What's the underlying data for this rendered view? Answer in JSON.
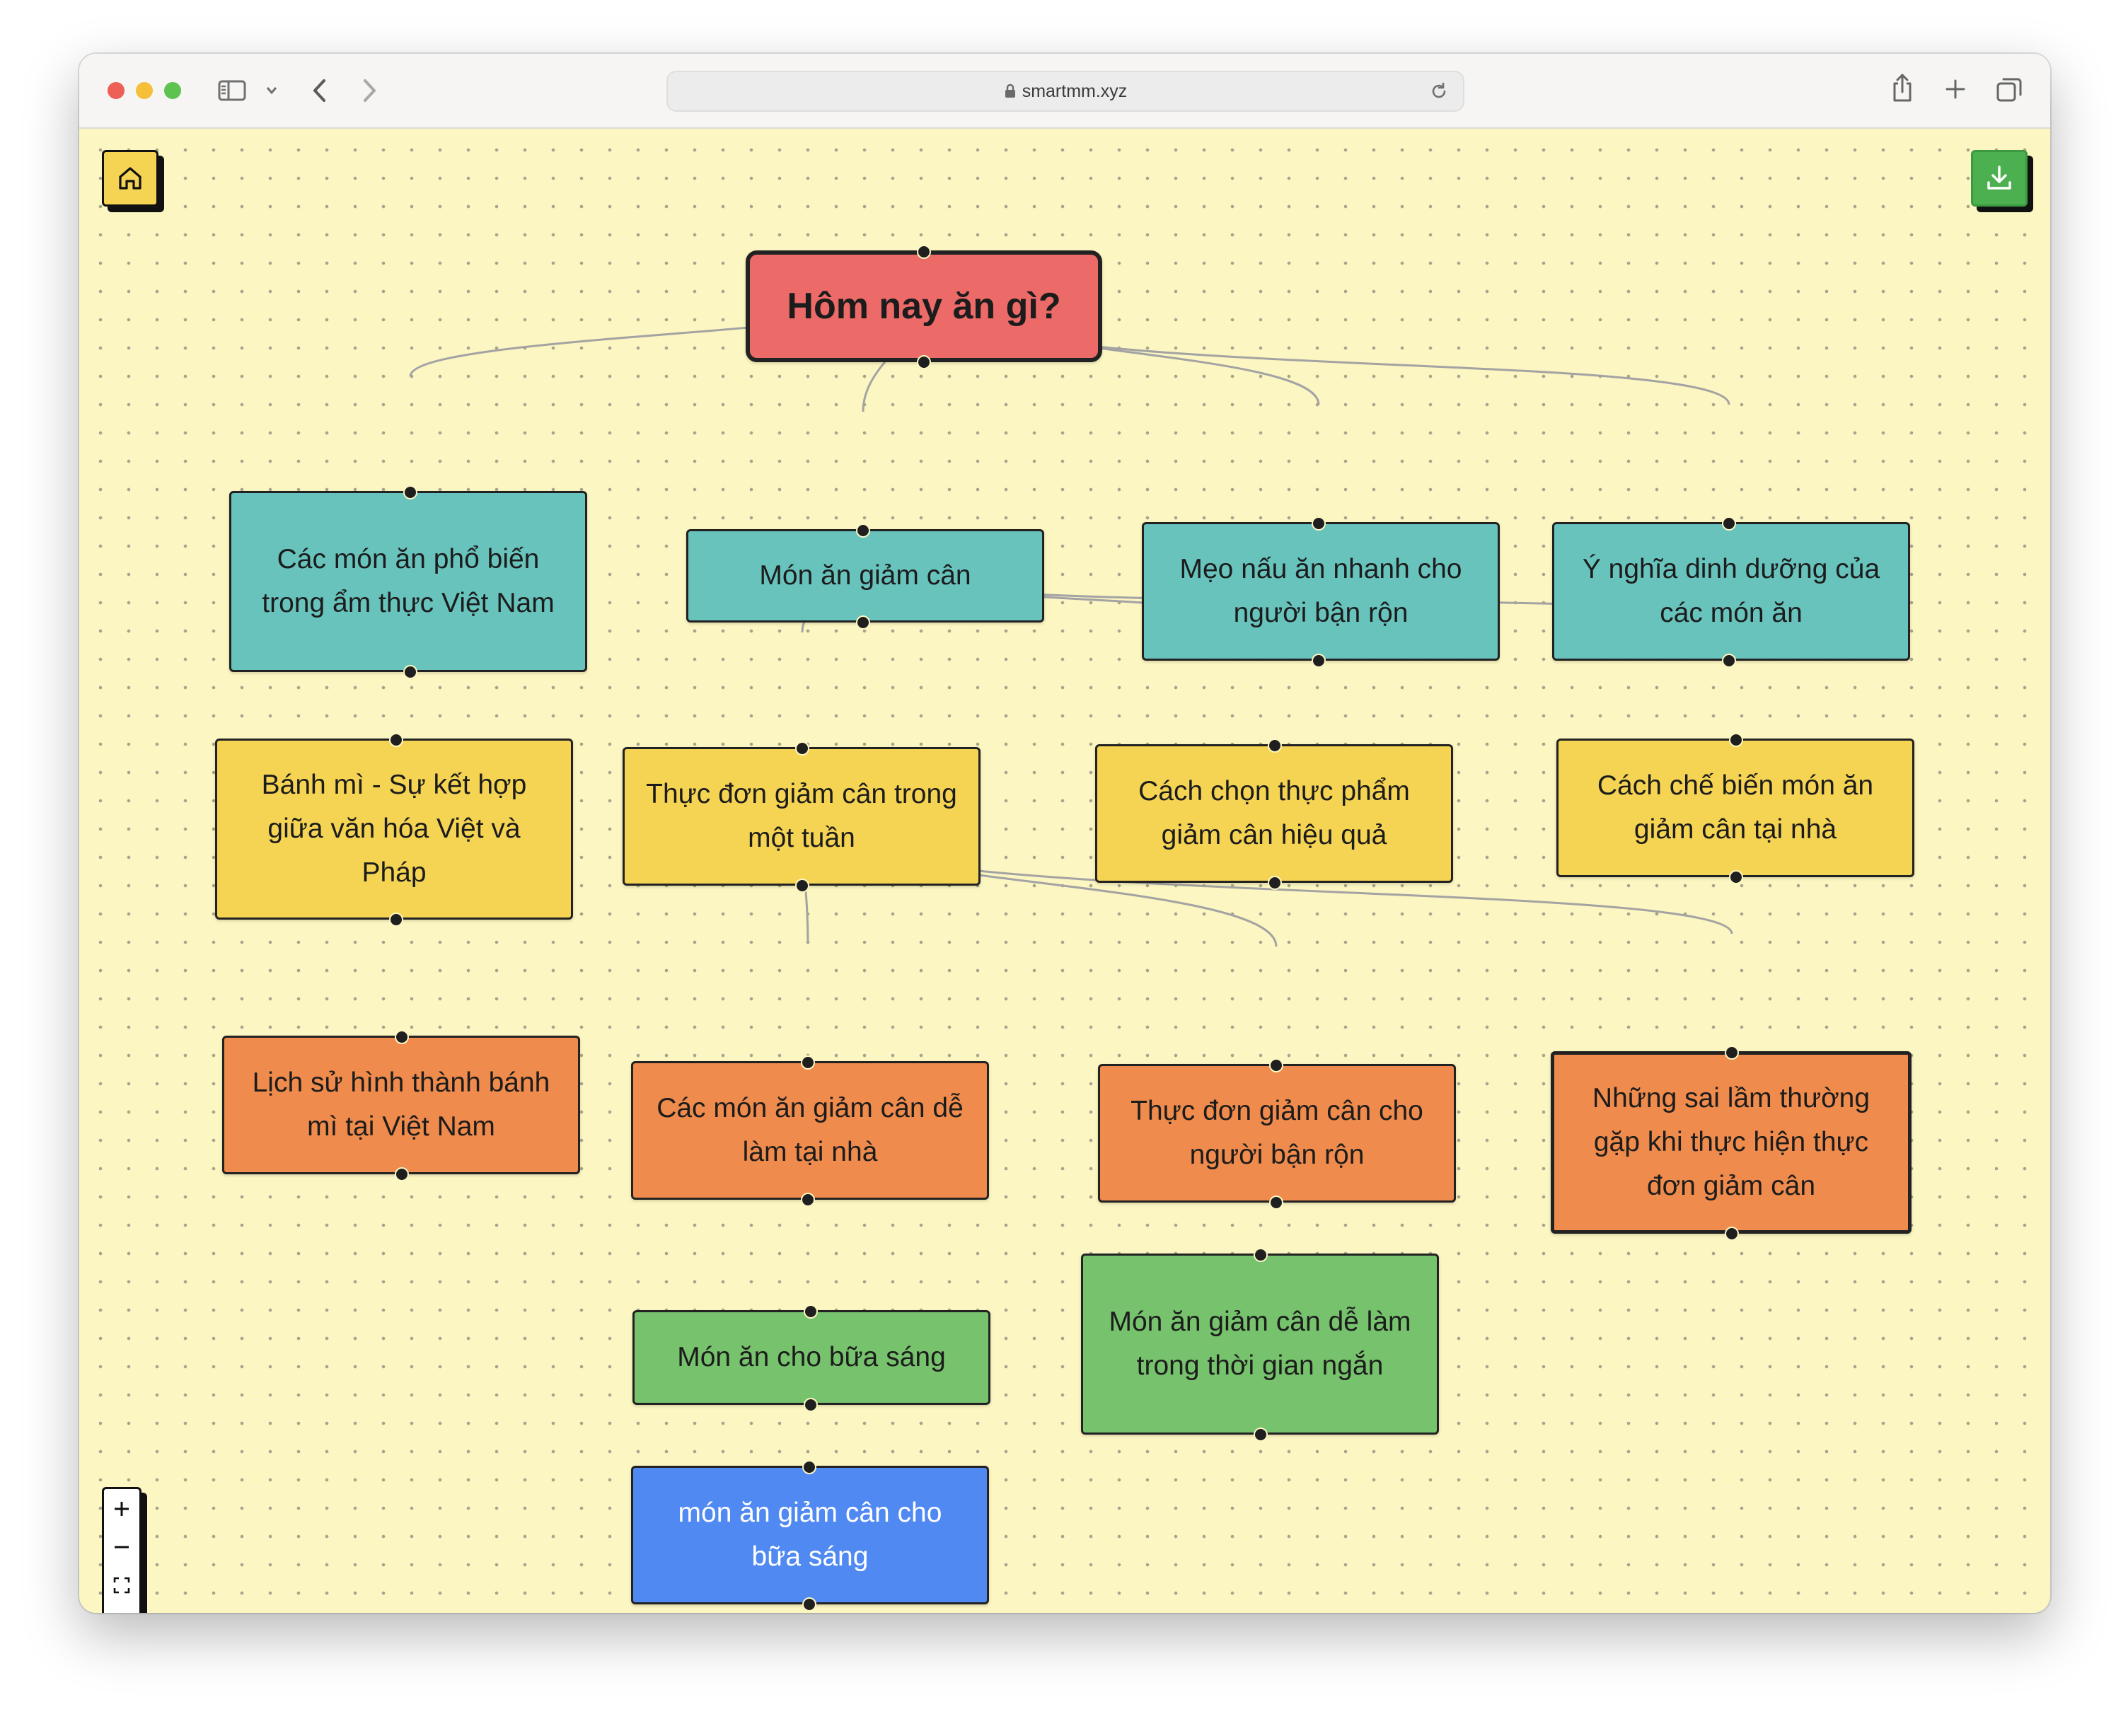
{
  "browser": {
    "url": "smartmm.xyz",
    "icons": [
      "sidebar-icon",
      "chevron-down-icon",
      "back-icon",
      "forward-icon",
      "lock-icon",
      "reload-icon",
      "share-icon",
      "new-tab-icon",
      "tab-overview-icon"
    ]
  },
  "toolbar": {
    "home_icon": "home-icon",
    "download_icon": "download-icon",
    "zoom_controls": [
      "zoom-in-icon",
      "zoom-out-icon",
      "fit-view-icon",
      "lock-icon"
    ]
  },
  "colors": {
    "canvas": "#fcf6c2",
    "root": "#ec6a68",
    "level1": "#68c3bd",
    "level2": "#f6d453",
    "level3": "#ef8b4c",
    "level4": "#77c36d",
    "level5": "#5089f2",
    "home_button": "#f6d453",
    "download_button": "#4caf50"
  },
  "mindmap": {
    "root": "Hôm nay ăn gì?",
    "n1": "Các món ăn phổ biến trong ẩm thực Việt Nam",
    "n2": "Món ăn giảm cân",
    "n3": "Mẹo nấu ăn nhanh cho người bận rộn",
    "n4": "Ý nghĩa dinh dưỡng của các món ăn",
    "n5": "Bánh mì - Sự kết hợp giữa văn hóa Việt và Pháp",
    "n6": "Thực đơn giảm cân trong một tuần",
    "n7": "Cách chọn thực phẩm giảm cân hiệu quả",
    "n8": "Cách chế biến món ăn giảm cân tại nhà",
    "n9": "Lịch sử hình thành bánh mì tại Việt Nam",
    "n10": "Các món ăn giảm cân dễ làm tại nhà",
    "n11": "Thực đơn giảm cân cho người bận rộn",
    "n12": "Những sai lầm thường gặp khi thực hiện thực đơn giảm cân",
    "n13": "Món ăn cho bữa sáng",
    "n14": "Món ăn giảm cân dễ làm trong thời gian ngắn",
    "n15": "món ăn giảm cân cho bữa sáng"
  }
}
